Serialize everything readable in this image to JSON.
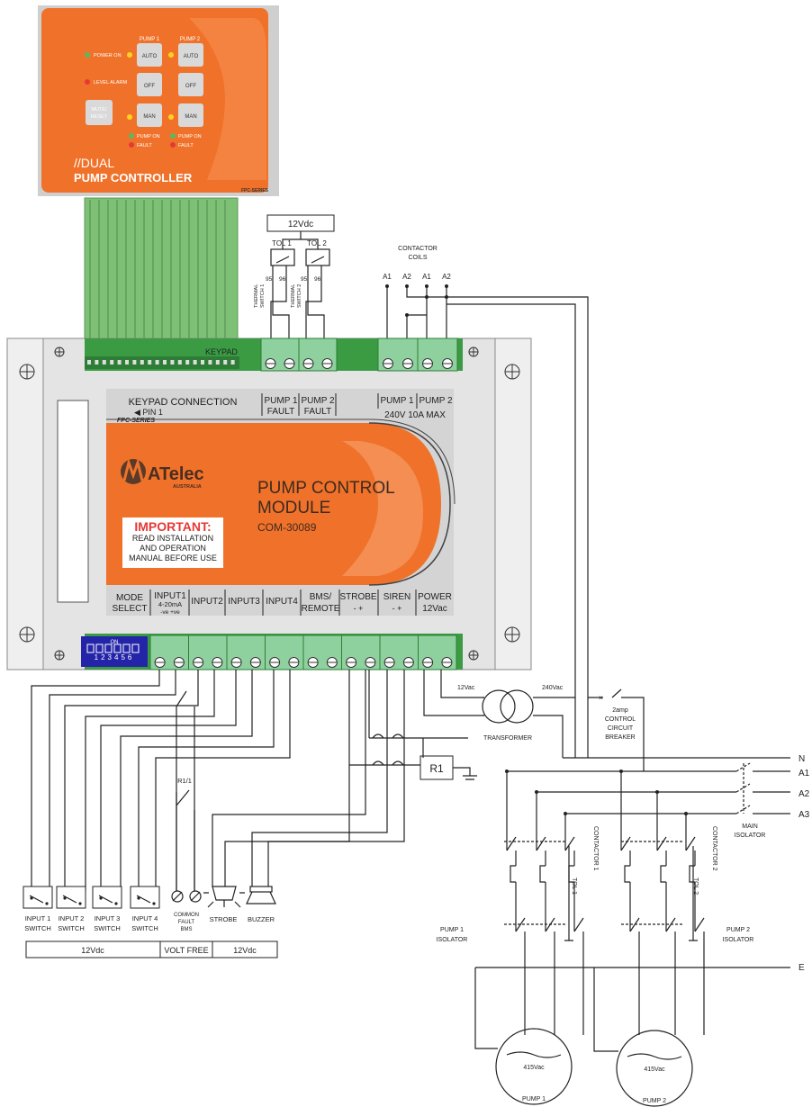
{
  "keypad_panel": {
    "pump1_header": "PUMP 1",
    "pump2_header": "PUMP 2",
    "power_on": "POWER ON",
    "level_alarm": "LEVEL ALARM",
    "mute_reset": [
      "MUTE/",
      "RESET"
    ],
    "auto": "AUTO",
    "off": "OFF",
    "man": "MAN",
    "pump_on": "PUMP ON",
    "fault": "FAULT",
    "brand_line1": "//DUAL",
    "brand_line2": "PUMP CONTROLLER",
    "series": "FPC-SERIES",
    "colors": {
      "panel": "#f0722a",
      "led_green": "#5cb85c",
      "led_red": "#e53935",
      "led_yellow": "#ffd21f"
    }
  },
  "power_label": "12Vdc",
  "tol1_label": "TOL 1",
  "tol2_label": "TOL 2",
  "terminal_95": "95",
  "terminal_96": "96",
  "thermal_switch_1": [
    "THERMAL",
    "SWITCH 1"
  ],
  "thermal_switch_2": [
    "THERMAL",
    "SWITCH 2"
  ],
  "contactor_coils": [
    "CONTACTOR",
    "COILS"
  ],
  "coil_terms": [
    "A1",
    "A2",
    "A1",
    "A2"
  ],
  "module": {
    "keypad_label": "KEYPAD",
    "keypad_connection": "KEYPAD CONNECTION",
    "pin1": "◀ PIN 1",
    "pump1_fault": [
      "PUMP 1",
      "FAULT"
    ],
    "pump2_fault": [
      "PUMP 2",
      "FAULT"
    ],
    "pump1": "PUMP 1",
    "pump2": "PUMP 2",
    "rating": "240V 10A MAX",
    "series": "FPC-SERIES",
    "brand": "ATelec",
    "brand_sub": "AUSTRALIA",
    "title": [
      "PUMP CONTROL",
      "MODULE"
    ],
    "model": "COM-30089",
    "important_title": "IMPORTANT:",
    "important_text": [
      "READ INSTALLATION",
      "AND OPERATION",
      "MANUAL BEFORE USE"
    ],
    "dip_on": "ON",
    "dip_numbers": "123456",
    "bottom_labels": {
      "mode": [
        "MODE",
        "SELECT"
      ],
      "input1": [
        "INPUT1",
        "4-20mA",
        "-ve   +ve"
      ],
      "input2": "INPUT2",
      "input3": "INPUT3",
      "input4": "INPUT4",
      "bms": [
        "BMS/",
        "REMOTE"
      ],
      "strobe": [
        "STROBE",
        "-    +"
      ],
      "siren": [
        "SIREN",
        "-    +"
      ],
      "power": [
        "POWER",
        "12Vac"
      ]
    }
  },
  "transformer": {
    "label": "TRANSFORMER",
    "left": "12Vac",
    "right": "240Vac"
  },
  "breaker": [
    "2amp",
    "CONTROL",
    "CIRCUIT",
    "BREAKER"
  ],
  "relay": "R1",
  "relay_contact": "R1/1",
  "lines": {
    "n": "N",
    "a1": "A1",
    "a2": "A2",
    "a3": "A3",
    "e": "E"
  },
  "main_isolator": [
    "MAIN",
    "ISOLATOR"
  ],
  "contactor1": "CONTACTOR 1",
  "contactor2": "CONTACTOR 2",
  "tol1_side": "TOL 1",
  "tol2_side": "TOL 2",
  "pump1_isolator": [
    "PUMP 1",
    "ISOLATOR"
  ],
  "pump2_isolator": [
    "PUMP 2",
    "ISOLATOR"
  ],
  "motor_voltage": "415Vac",
  "pump1_motor": "PUMP 1",
  "pump2_motor": "PUMP 2",
  "inputs": [
    [
      "INPUT 1",
      "SWITCH"
    ],
    [
      "INPUT 2",
      "SWITCH"
    ],
    [
      "INPUT 3",
      "SWITCH"
    ],
    [
      "INPUT 4",
      "SWITCH"
    ]
  ],
  "common_fault": [
    "COMMON",
    "FAULT",
    "BMS"
  ],
  "strobe": "STROBE",
  "buzzer": "BUZZER",
  "bottom_bar": [
    "12Vdc",
    "VOLT FREE",
    "12Vdc"
  ]
}
